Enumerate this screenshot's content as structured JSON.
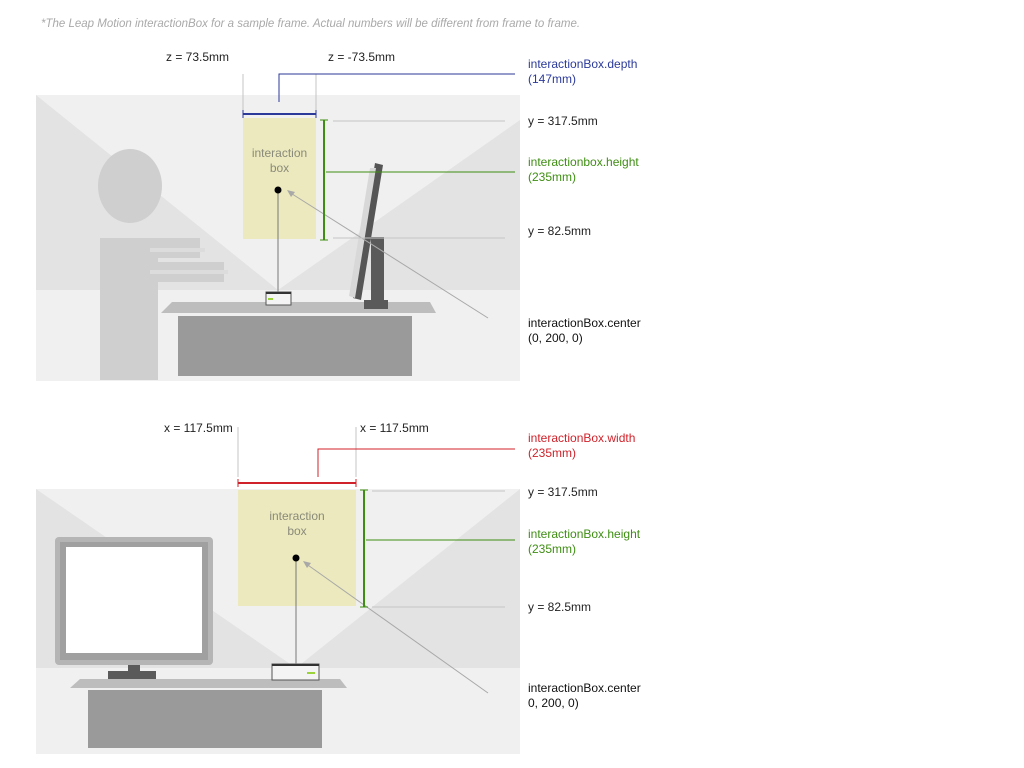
{
  "caption": "*The Leap Motion interactionBox for a sample frame. Actual numbers will be different from frame to frame.",
  "colors": {
    "depth": "#2b3a9a",
    "height": "#3f8e13",
    "width": "#d0222a",
    "box_fill": "#ebe9bd",
    "scene_bg": "#f0f0f0",
    "figure": "#cfcfcf",
    "desk": "#9a9a9a"
  },
  "side_view": {
    "z_left": "z = 73.5mm",
    "z_right": "z = -73.5mm",
    "depth_title": "interactionBox.depth",
    "depth_value": "(147mm)",
    "y_top": "y = 317.5mm",
    "height_title": "interactionbox.height",
    "height_value": "(235mm)",
    "y_bottom": "y = 82.5mm",
    "box_line1": "interaction",
    "box_line2": "box",
    "center_title": "interactionBox.center",
    "center_value": "(0, 200, 0)"
  },
  "front_view": {
    "x_left": "x = 117.5mm",
    "x_right": "x = 117.5mm",
    "width_title": "interactionBox.width",
    "width_value": "(235mm)",
    "y_top": "y = 317.5mm",
    "height_title": "interactionBox.height",
    "height_value": "(235mm)",
    "y_bottom": "y = 82.5mm",
    "box_line1": "interaction",
    "box_line2": "box",
    "center_title": "interactionBox.center",
    "center_value": "0, 200, 0)"
  }
}
